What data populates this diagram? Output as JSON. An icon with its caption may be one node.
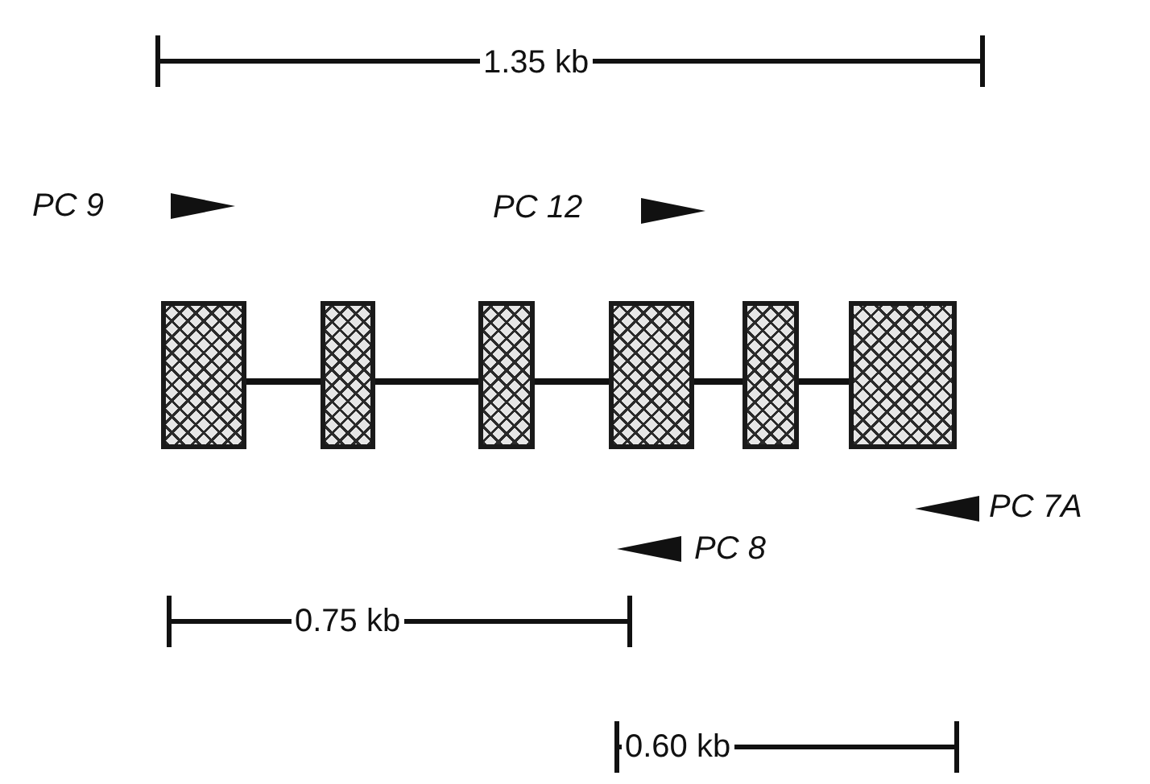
{
  "diagram": {
    "nodes": [
      {
        "text": [],
        "shape": "box"
      },
      {
        "text": [],
        "shape": "box"
      },
      {
        "text": [],
        "shape": "box"
      },
      {
        "text": [],
        "shape": "box"
      },
      {
        "text": [],
        "shape": "box"
      },
      {
        "text": [],
        "shape": "box"
      }
    ],
    "edges": [
      {
        "from": 0,
        "to": 1,
        "arrow": "none"
      },
      {
        "from": 1,
        "to": 2,
        "arrow": "none"
      },
      {
        "from": 2,
        "to": 3,
        "arrow": "none"
      },
      {
        "from": 3,
        "to": 4,
        "arrow": "none"
      },
      {
        "from": 4,
        "to": 5,
        "arrow": "none"
      }
    ],
    "labels": [
      "1.35 kb",
      "PC 9",
      "PC 12",
      "PC 7A",
      "PC 8",
      "0.75 kb",
      "0.60 kb"
    ]
  }
}
